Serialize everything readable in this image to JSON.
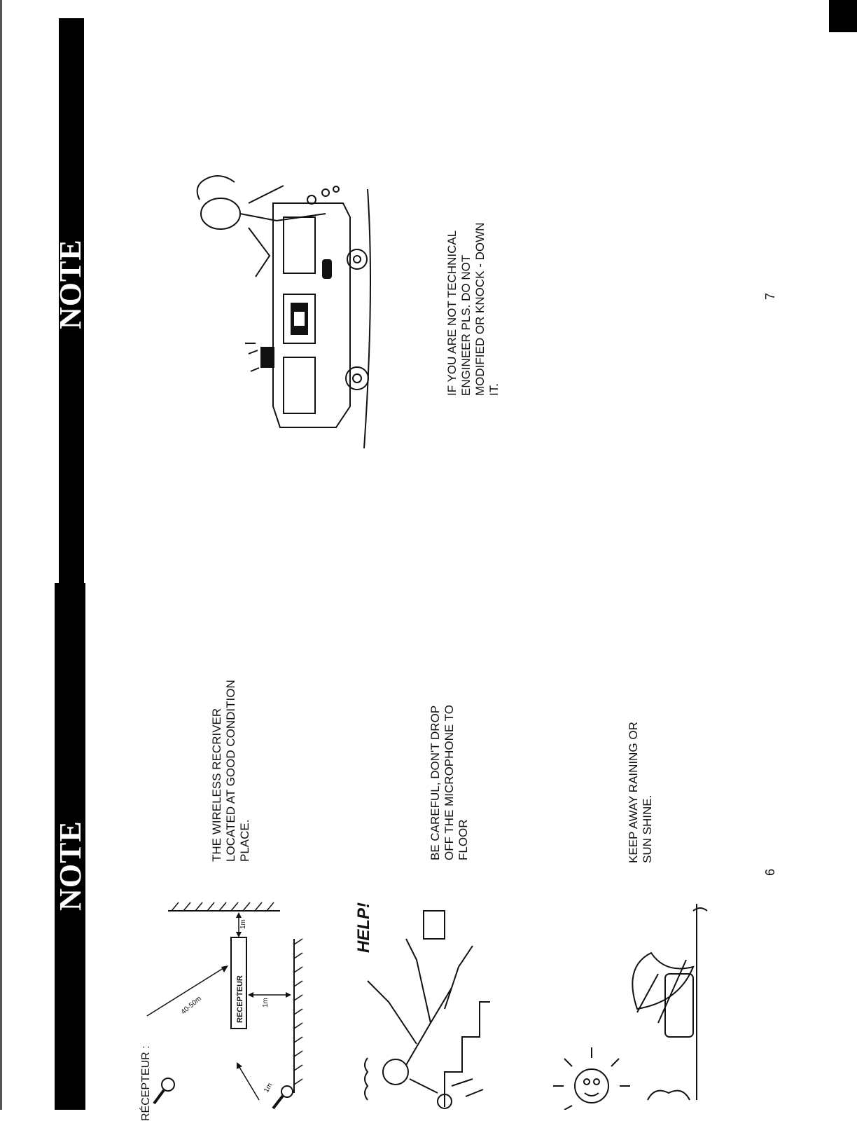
{
  "page_left": {
    "title": "NOTE",
    "page_number": "6",
    "receiver_heading": "RÉCEPTEUR :",
    "receiver_box_label": "RECEPTEUR",
    "distance_long": "40-50m",
    "distance_short": "1m",
    "distance_wall": "1m",
    "distance_floor": "1m",
    "help_text": "HELP!",
    "note_1": [
      "THE WIRELESS RECRIVER",
      "LOCATED AT GOOD CONDITION",
      "PLACE."
    ],
    "note_2": [
      "BE CAREFUL, DON'T DROP",
      "OFF THE MICROPHONE TO",
      "FLOOR"
    ],
    "note_3": [
      "KEEP AWAY RAINING OR",
      "SUN SHINE."
    ]
  },
  "page_right": {
    "title": "NOTE",
    "page_number": "7",
    "note_1": [
      "IF YOU ARE NOT TECHNICAL",
      "ENGINEER PLS. DO NOT",
      "MODIFIED OR KNOCK - DOWN",
      "IT."
    ]
  }
}
